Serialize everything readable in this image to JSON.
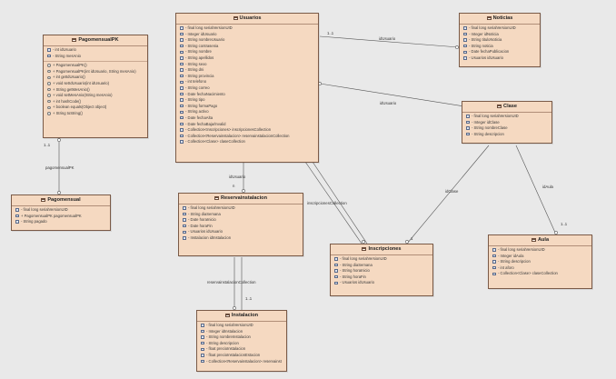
{
  "diagram": {
    "classes": [
      {
        "id": "pagomensualpk",
        "name": "PagomensualPK",
        "attributes": [
          "- int idUsuario",
          "- String mesAnio"
        ],
        "methods": [
          "+ PagomensualPK()",
          "+ PagomensualPK(int idUsuario, String mesAnio)",
          "+ int getIdUsuario()",
          "+ void setIdUsuario(int idUsuario)",
          "+ String getMesAnio()",
          "+ void setMesAnio(String mesAnio)",
          "+ int hashCode()",
          "+ boolean equals(Object object)",
          "+ String toString()"
        ]
      },
      {
        "id": "pagomensual",
        "name": "Pagomensual",
        "attributes": [
          "- final long serialVersionUID",
          "+ PagomensualPK pagomensualPK",
          "- String pagado"
        ],
        "methods": []
      },
      {
        "id": "usuarios",
        "name": "Usuarios",
        "attributes": [
          "- final long serialVersionUID",
          "- Integer idUsuario",
          "- String nombreUsuario",
          "- String contrasenia",
          "- String nombre",
          "- String apellidos",
          "- String sexo",
          "- String dni",
          "- String provincia",
          "- int telefono",
          "- String correo",
          "- Date fechaNacimiento",
          "- String tipo",
          "- String formaPago",
          "- String activo",
          "- Date fechaAlta",
          "- Date fechaBaja/Invalid",
          "- Collection<Inscripciones> inscripcionesCollection",
          "- Collection<Reservainstalacion> reservainstalacionCollection",
          "- Collection<Clase> claseCollection"
        ],
        "methods": []
      },
      {
        "id": "noticias",
        "name": "Noticias",
        "attributes": [
          "- final long serialVersionUID",
          "- Integer idNoticia",
          "- String tituloNoticia",
          "- String noticia",
          "- Date fechaPublicacion",
          "- Usuarios idUsuario"
        ],
        "methods": []
      },
      {
        "id": "clase",
        "name": "Clase",
        "attributes": [
          "- final long serialVersionUID",
          "- Integer idClase",
          "- String nombreClase",
          "- String descripcion"
        ],
        "methods": []
      },
      {
        "id": "reservainstalacion",
        "name": "Reservainstalacion",
        "attributes": [
          "- final long serialVersionUID",
          "- String diaSemana",
          "- Date horaInicio",
          "- Date horaFin",
          "- Usuarios idUsuario",
          "- Instalacion idInstalacion"
        ],
        "methods": []
      },
      {
        "id": "inscripciones",
        "name": "Inscripciones",
        "attributes": [
          "- final long serialVersionUID",
          "- String diaSemana",
          "- String horaInicio",
          "- String horaFin",
          "- Usuarios idUsuario"
        ],
        "methods": []
      },
      {
        "id": "aula",
        "name": "Aula",
        "attributes": [
          "- final long serialVersionUID",
          "- Integer idAula",
          "- String descripcion",
          "- int aforo",
          "- Collection<Clase> claseCollection"
        ],
        "methods": []
      },
      {
        "id": "instalacion",
        "name": "Instalacion",
        "attributes": [
          "- final long serialVersionUID",
          "- Integer idInstalacion",
          "- String nombreInstalacion",
          "- String descripcion",
          "- float precioInstalacion",
          "- float precioInstalacionEstacion",
          "- Collection<Reservainstalacion> reservainst"
        ],
        "methods": []
      }
    ],
    "labels": {
      "pagomensualPK": "pagomensualPK",
      "one_one_a": "1..1",
      "idUsuario_noticias": "idUsuario",
      "idUsuario_clase": "idUsuario",
      "idUsuario_reserva": "idUsuario",
      "one_one_b": "1..1",
      "inscripciones_collection": "inscripcionesCollection",
      "reservainstalacion_collection": "reservainstalacionCollection",
      "idClase": "idClase",
      "idAula": "idAula",
      "one_one_c": "1..1",
      "one_one_d": "1..1",
      "mult_1": "1",
      "mult_2": "1",
      "mult_n": "n"
    }
  },
  "colors": {
    "box_fill": "#f5d9c1",
    "box_border": "#7a5a47",
    "background": "#e9e9e9",
    "line": "#555555"
  }
}
